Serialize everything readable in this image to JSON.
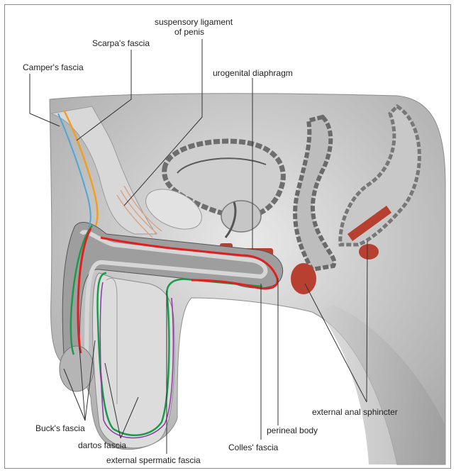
{
  "labels": {
    "suspensory_ligament_line1": "suspensory ligament",
    "suspensory_ligament_line2": "of penis",
    "scarpas_fascia": "Scarpa's fascia",
    "campers_fascia": "Camper's fascia",
    "urogenital_diaphragm": "urogenital diaphragm",
    "external_anal_sphincter": "external anal sphincter",
    "bucks_fascia": "Buck's fascia",
    "dartos_fascia": "dartos fascia",
    "perineal_body": "perineal body",
    "colles_fascia": "Colles' fascia",
    "external_spermatic_fascia": "external spermatic fascia"
  },
  "colors": {
    "campers_fascia_line": "#4aa8d8",
    "scarpas_fascia_line": "#f0a020",
    "colles_fascia_line": "#e02020",
    "bucks_fascia_line": "#1a9a4a",
    "spermatic_fascia_line": "#8a3aa0",
    "muscle": "#c0392b",
    "tissue_gray": "#bdbdbd",
    "leader_line": "#333333"
  }
}
